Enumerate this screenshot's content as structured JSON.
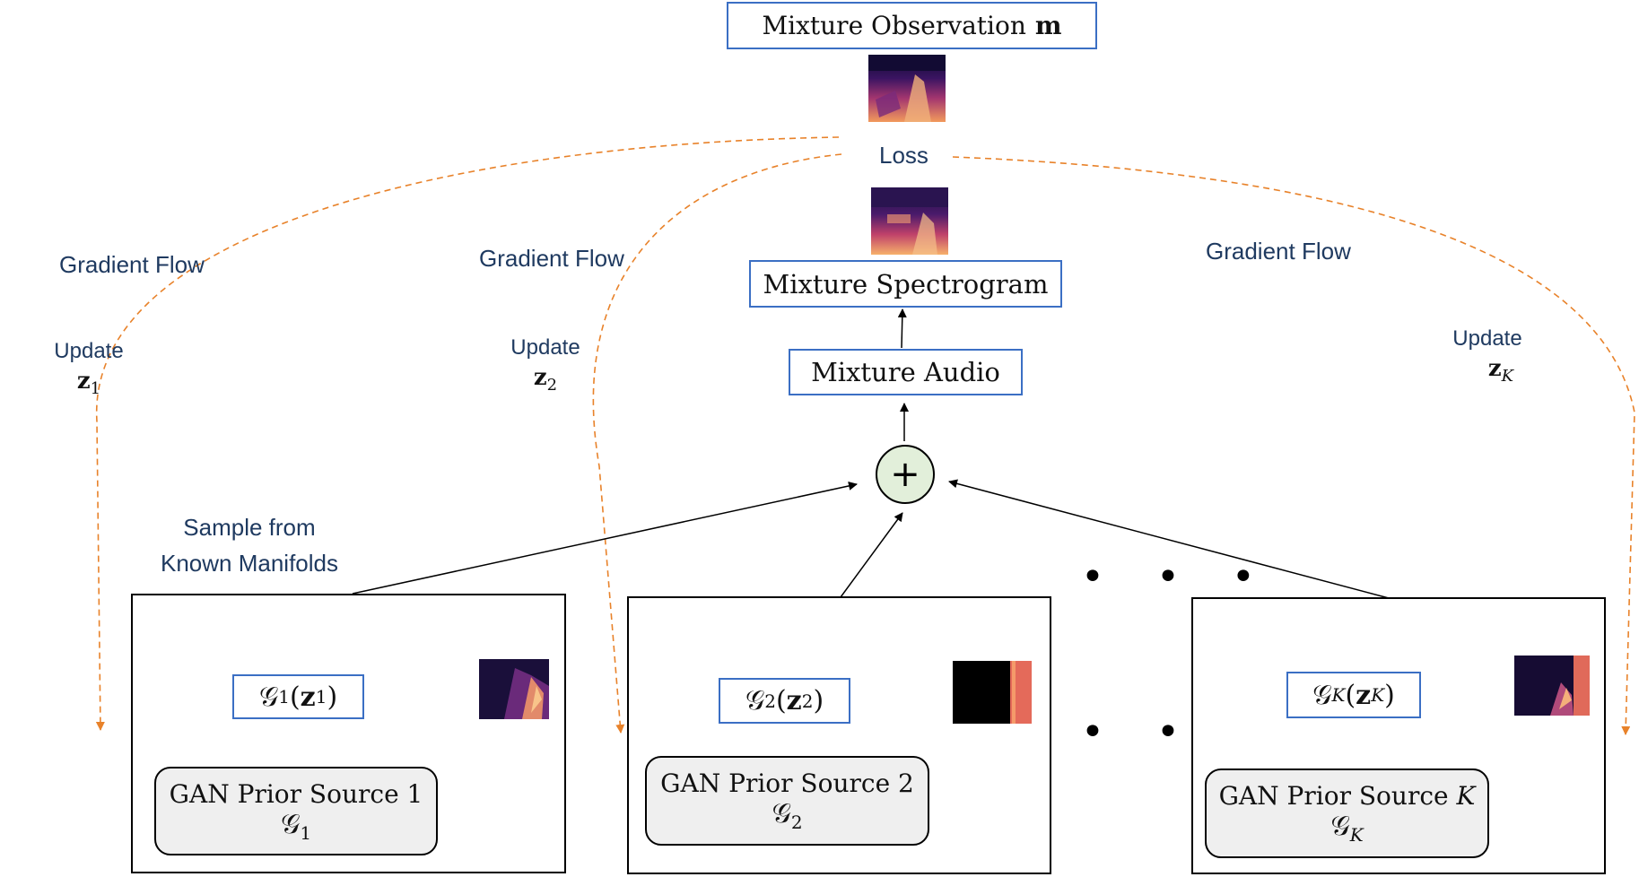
{
  "top": {
    "observation_label": "Mixture Observation",
    "observation_symbol": "m",
    "loss_label": "Loss"
  },
  "pipeline": {
    "spectrogram_label": "Mixture Spectrogram",
    "audio_label": "Mixture Audio",
    "sum_symbol": "+"
  },
  "annotations": {
    "gradient_flow_1": "Gradient Flow",
    "gradient_flow_2": "Gradient Flow",
    "gradient_flow_3": "Gradient Flow",
    "update_word_1": "Update",
    "update_word_2": "Update",
    "update_word_3": "Update",
    "sample_from_line1": "Sample from",
    "sample_from_line2": "Known Manifolds",
    "ellipsis_top": "• • •",
    "ellipsis_bottom": "• • •"
  },
  "sources": [
    {
      "gen_func": "𝒢",
      "index": "1",
      "z": "z",
      "prior_line": "GAN Prior Source 1",
      "prior_symbol": "𝒢"
    },
    {
      "gen_func": "𝒢",
      "index": "2",
      "z": "z",
      "prior_line": "GAN Prior Source 2",
      "prior_symbol": "𝒢"
    },
    {
      "gen_func": "𝒢",
      "index": "K",
      "z": "z",
      "prior_line": "GAN Prior Source",
      "prior_index": "K",
      "prior_symbol": "𝒢"
    }
  ],
  "colors": {
    "box_blue": "#3b6fc4",
    "waveform_blue": "#1a1aff",
    "gradient_orange": "#e8822a",
    "label_navy": "#1f3a60",
    "sum_fill": "#e2efda"
  }
}
